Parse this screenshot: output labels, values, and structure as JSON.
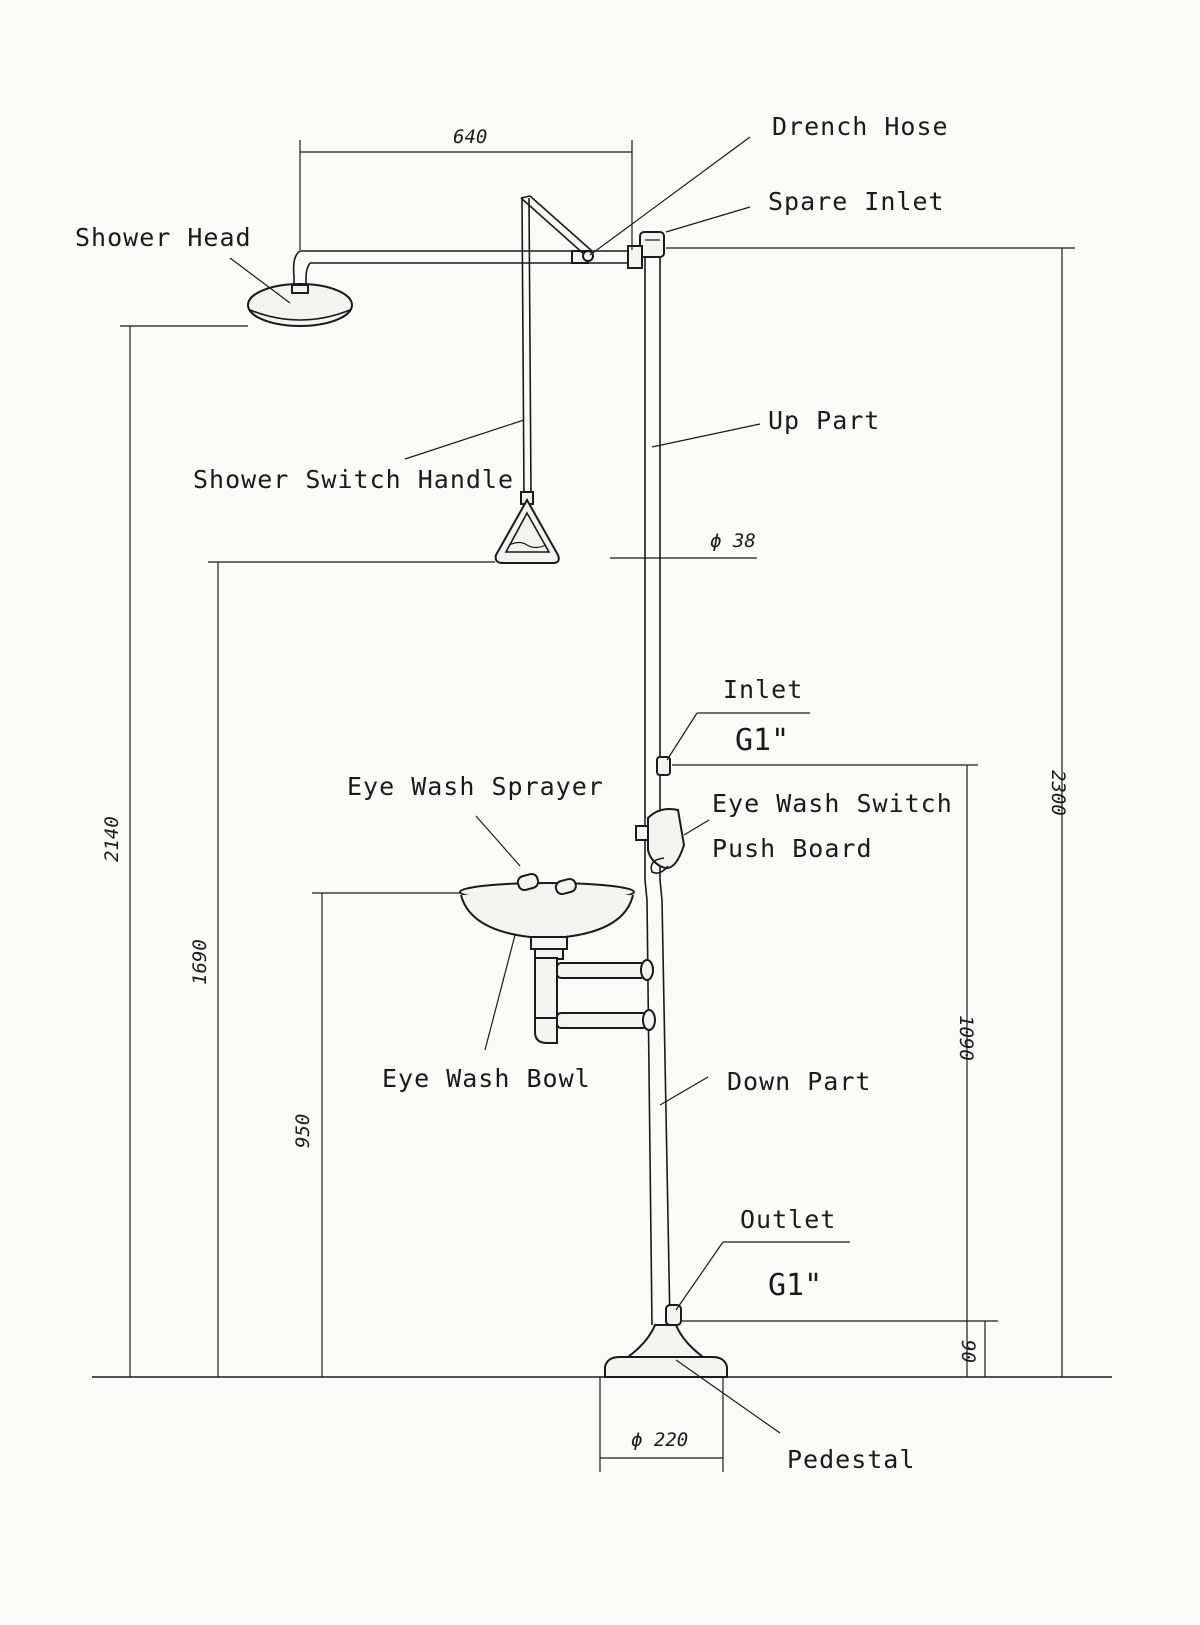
{
  "labels": {
    "shower_head": "Shower Head",
    "drench_hose": "Drench Hose",
    "spare_inlet": "Spare Inlet",
    "up_part": "Up Part",
    "shower_switch_handle": "Shower Switch Handle",
    "inlet": "Inlet",
    "inlet_size": "G1\"",
    "eye_wash_sprayer": "Eye Wash Sprayer",
    "eye_wash_switch_line1": "Eye Wash Switch",
    "eye_wash_switch_line2": "Push Board",
    "eye_wash_bowl": "Eye Wash Bowl",
    "down_part": "Down Part",
    "outlet": "Outlet",
    "outlet_size": "G1\"",
    "pedestal": "Pedestal"
  },
  "dimensions": {
    "arm_length": "640",
    "pipe_diameter": "ϕ 38",
    "pedestal_diameter": "ϕ 220",
    "shower_head_height": "2140",
    "handle_height": "1690",
    "bowl_height": "950",
    "inlet_height": "1090",
    "total_height": "2300",
    "outlet_height": "90"
  }
}
